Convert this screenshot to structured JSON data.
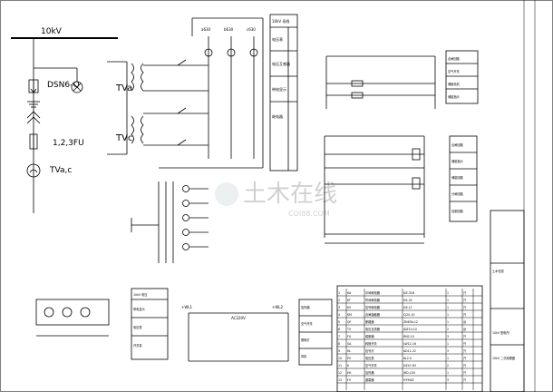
{
  "bus": {
    "label": "10kV"
  },
  "left_panel": {
    "arrester_label": "DSN6-Q",
    "fuse_label": "1,2,3FU",
    "pt_label": "TVa,c"
  },
  "pt_section": {
    "tva": "TVa",
    "tvc": "TVc",
    "meter_labels": [
      "a630",
      "b630",
      "c630"
    ]
  },
  "panel1": {
    "header": "10kV 母线",
    "rows": [
      "电压表",
      "电压互感器",
      "带电显示",
      "继电器"
    ]
  },
  "upper_right": {
    "boxes": [
      "合闸回路",
      "空气开关",
      "储能电机",
      "储能指示"
    ]
  },
  "mid_right": {
    "boxes": [
      "合闸回路",
      "储能指示",
      "储能回路",
      "分闸回路",
      "控制回路"
    ]
  },
  "lower_left": {
    "header": "10kV 电压",
    "rows": [
      "带电显示",
      "电压表",
      "开关量",
      "刀闸位置"
    ]
  },
  "bottom_mid": {
    "left_label": "+WL1",
    "right_label": "+WL2",
    "mid_label": "AC220V",
    "boxes": [
      "加热器",
      "空气开关",
      "照明灯",
      "风机"
    ]
  },
  "title_block": {
    "company": "土木在线",
    "project": "10kV 配电所",
    "drawing": "10kV 二次原理图"
  },
  "watermark": {
    "text": "土木在线",
    "sub": "COI88.COM"
  },
  "equipment_table": {
    "rows": [
      [
        "1",
        "KA",
        "中间继电器",
        "DZ-31B",
        "1",
        "只"
      ],
      [
        "2",
        "KT",
        "时间继电器",
        "DS-32",
        "1",
        "只"
      ],
      [
        "3",
        "KS",
        "信号继电器",
        "DX-11",
        "1",
        "只"
      ],
      [
        "4",
        "KM",
        "合闸接触器",
        "CJ20-10",
        "1",
        "只"
      ],
      [
        "5",
        "QF",
        "断路器",
        "ZN63A-12",
        "1",
        "台"
      ],
      [
        "6",
        "TV",
        "电压互感器",
        "JDZ10-10",
        "2",
        "台"
      ],
      [
        "7",
        "FU",
        "熔断器",
        "RN2-10",
        "3",
        "只"
      ],
      [
        "8",
        "SA",
        "转换开关",
        "LW12-16",
        "1",
        "只"
      ],
      [
        "9",
        "HL",
        "信号灯",
        "AD11-22",
        "3",
        "只"
      ],
      [
        "10",
        "PV",
        "电压表",
        "6L2-V",
        "1",
        "只"
      ],
      [
        "11",
        "K",
        "空气开关",
        "DZ47-63",
        "2",
        "只"
      ],
      [
        "12",
        "EH",
        "加热器",
        "JRD-100",
        "1",
        "只"
      ],
      [
        "13",
        "FV",
        "避雷器",
        "HY5WZ",
        "3",
        "只"
      ]
    ]
  }
}
